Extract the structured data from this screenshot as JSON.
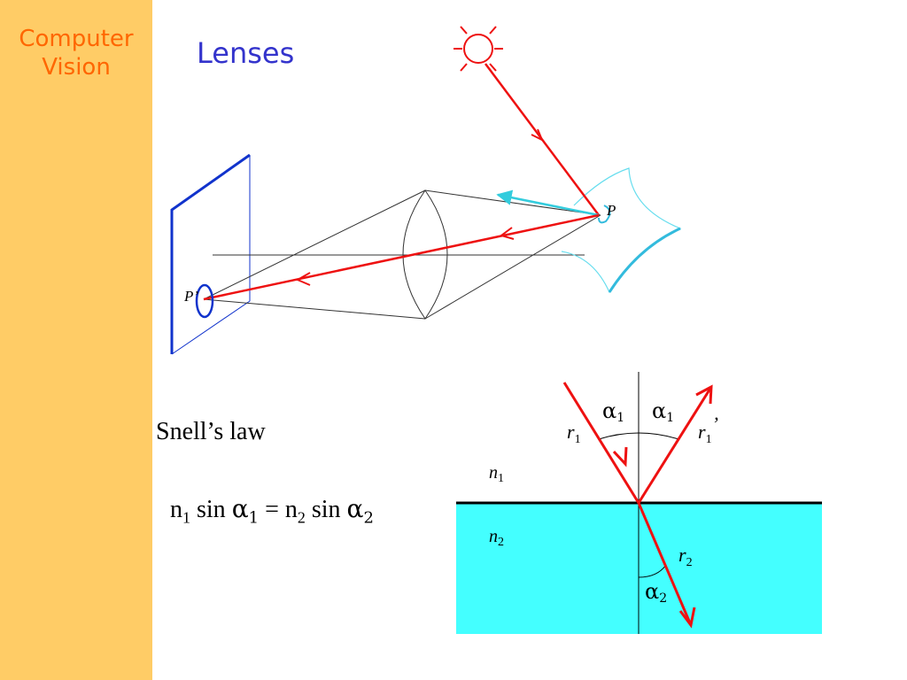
{
  "sidebar": {
    "title_line1": "Computer",
    "title_line2": "Vision"
  },
  "slide": {
    "title": "Lenses"
  },
  "snell": {
    "heading": "Snell’s law",
    "formula": {
      "n1": "n",
      "sub1": "1",
      "sin1": "sin",
      "alpha1": "α",
      "asub1": "1",
      "eq": "=",
      "n2": "n",
      "sub2": "2",
      "sin2": "sin",
      "alpha2": "α",
      "asub2": "2"
    }
  },
  "lens_diagram": {
    "label_p": "P",
    "label_p_prime": "P’"
  },
  "refraction_diagram": {
    "alpha1_left": "α",
    "alpha1_left_sub": "1",
    "alpha1_right": "α",
    "alpha1_right_sub": "1",
    "alpha2": "α",
    "alpha2_sub": "2",
    "r1": "r",
    "r1_sub": "1",
    "r1p": "r",
    "r1p_sub": "1",
    "r1p_mark": "’",
    "r2": "r",
    "r2_sub": "2",
    "n1": "n",
    "n1_sub": "1",
    "n2": "n",
    "n2_sub": "2"
  },
  "colors": {
    "sidebar": "#FFCC66",
    "sidebar_text": "#FF6600",
    "title": "#3333CC",
    "ray": "#EE1111",
    "water": "#44FFFF",
    "surface": "#66DDEE",
    "screen": "#1133CC"
  },
  "icons": {
    "light_source": "sun-icon"
  }
}
